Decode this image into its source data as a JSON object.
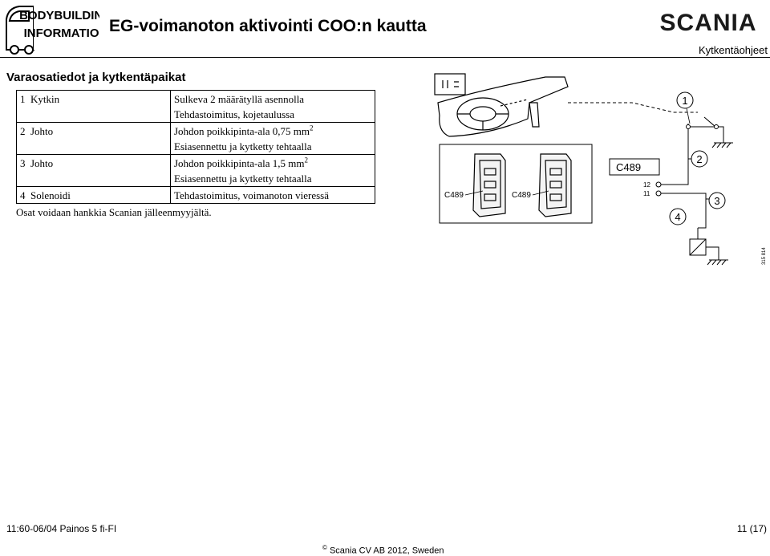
{
  "header": {
    "logo_line1": "BODYBUILDING",
    "logo_line2": "INFORMATION",
    "title": "EG-voimanoton aktivointi COO:n kautta",
    "brand": "SCANIA",
    "category": "Kytkentäohjeet"
  },
  "section": {
    "title": "Varaosatiedot ja kytkentäpaikat"
  },
  "parts": [
    {
      "num": "1",
      "name": "Kytkin",
      "desc1": "Sulkeva 2 määrätyllä asennolla",
      "desc2": "Tehdastoimitus, kojetaulussa"
    },
    {
      "num": "2",
      "name": "Johto",
      "desc1": "Johdon poikkipinta-ala 0,75 mm",
      "desc1_sup": "2",
      "desc2": "Esiasennettu ja kytketty tehtaalla"
    },
    {
      "num": "3",
      "name": "Johto",
      "desc1": "Johdon poikkipinta-ala 1,5 mm",
      "desc1_sup": "2",
      "desc2": "Esiasennettu ja kytketty tehtaalla"
    },
    {
      "num": "4",
      "name": "Solenoidi",
      "desc1": "Tehdastoimitus, voimanoton vieressä"
    }
  ],
  "parts_note": "Osat voidaan hankkia Scanian jälleenmyyjältä.",
  "diagram": {
    "connector_left": "C489",
    "connector_mid": "C489",
    "connector_box": "C489",
    "pin_top": "12",
    "pin_bottom": "11",
    "callout_1": "1",
    "callout_2": "2",
    "callout_3": "3",
    "callout_4": "4",
    "figure_id": "315 814"
  },
  "footer": {
    "left": "11:60-06/04 Painos 5  fi-FI",
    "page": "11 (17)",
    "copyright_symbol": "©",
    "copyright": "Scania CV AB 2012, Sweden"
  }
}
